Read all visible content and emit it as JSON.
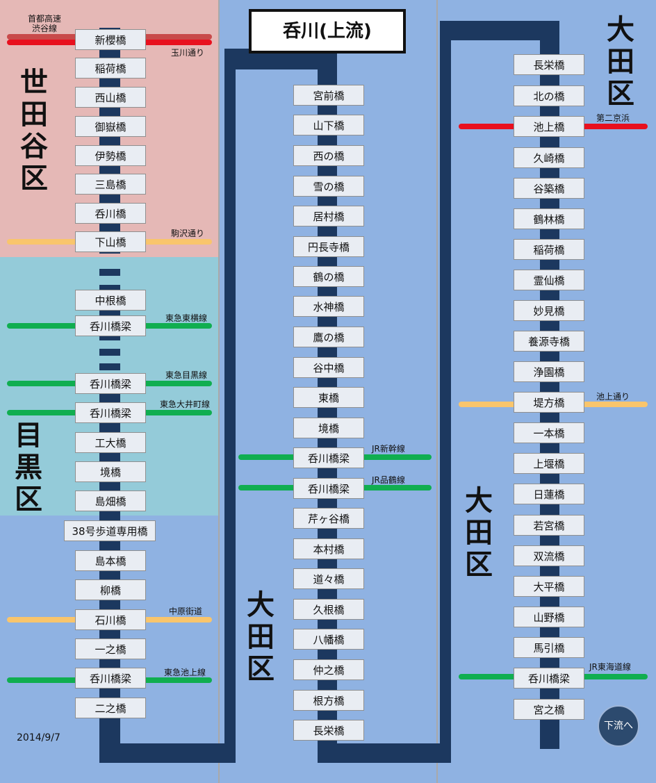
{
  "title": "呑川(上流)",
  "date": "2014/9/7",
  "next_button": "下流へ",
  "colors": {
    "setagaya_bg": "#e5b8b6",
    "meguro_bg": "#94cbd9",
    "ota_bg": "#8fb2e2",
    "river": "#1c385f",
    "road_red": "#e8101e",
    "road_darkred": "#c84a4a",
    "road_yellow": "#f9c56c",
    "rail_green": "#10ae50"
  },
  "wards": {
    "setagaya": "世田谷区",
    "meguro": "目黒区",
    "ota_middle": "大田区",
    "ota_right_top": "大田区",
    "ota_right_mid": "大田区"
  },
  "col1": {
    "bridges": [
      "新櫻橋",
      "稲荷橋",
      "西山橋",
      "御嶽橋",
      "伊勢橋",
      "三島橋",
      "呑川橋",
      "下山橋",
      "中根橋",
      "呑川橋梁",
      "呑川橋梁",
      "呑川橋梁",
      "工大橋",
      "境橋",
      "島畑橋",
      "38号歩道専用橋",
      "島本橋",
      "柳橋",
      "石川橋",
      "一之橋",
      "呑川橋梁",
      "二之橋"
    ],
    "roads": [
      "首都高速\n渋谷線",
      "玉川通り",
      "駒沢通り",
      "東急東横線",
      "東急目黒線",
      "東急大井町線",
      "中原街道",
      "東急池上線"
    ]
  },
  "col2": {
    "bridges": [
      "宮前橋",
      "山下橋",
      "西の橋",
      "雪の橋",
      "居村橋",
      "円長寺橋",
      "鶴の橋",
      "水神橋",
      "鷹の橋",
      "谷中橋",
      "東橋",
      "境橋",
      "呑川橋梁",
      "呑川橋梁",
      "芹ヶ谷橋",
      "本村橋",
      "道々橋",
      "久根橋",
      "八幡橋",
      "仲之橋",
      "根方橋",
      "長栄橋"
    ],
    "roads": [
      "JR新幹線",
      "JR品鶴線"
    ]
  },
  "col3": {
    "bridges": [
      "長栄橋",
      "北の橋",
      "池上橋",
      "久崎橋",
      "谷築橋",
      "鶴林橋",
      "稲荷橋",
      "霊仙橋",
      "妙見橋",
      "養源寺橋",
      "浄園橋",
      "堤方橋",
      "一本橋",
      "上堰橋",
      "日蓮橋",
      "若宮橋",
      "双流橋",
      "大平橋",
      "山野橋",
      "馬引橋",
      "呑川橋梁",
      "宮之橋"
    ],
    "roads": [
      "第二京浜",
      "池上通り",
      "JR東海道線"
    ]
  }
}
